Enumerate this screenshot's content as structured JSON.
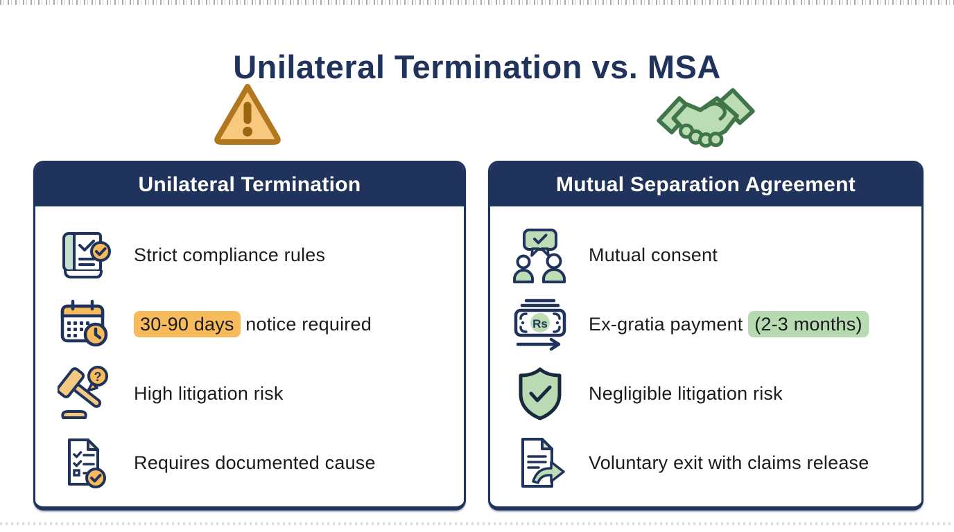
{
  "page": {
    "title": "Unilateral Termination vs. MSA"
  },
  "colors": {
    "navy": "#20335c",
    "title_navy": "#1c2e5c",
    "orange_highlight": "#f8bb5c",
    "green_highlight": "#b7dbb1",
    "warning_fill": "#f7c87d",
    "warning_stroke": "#b1771e",
    "handshake_fill": "#bcdcb5",
    "handshake_stroke": "#3f7549"
  },
  "icon_labels": {
    "rupee": "Rs",
    "question": "?"
  },
  "hero_icons": [
    {
      "name": "warning-triangle"
    },
    {
      "name": "handshake"
    }
  ],
  "columns": [
    {
      "header": "Unilateral Termination",
      "rows": [
        {
          "icon": "book-check",
          "segments": [
            {
              "text": "Strict compliance rules",
              "highlight": "none"
            }
          ]
        },
        {
          "icon": "calendar-clock",
          "segments": [
            {
              "text": "30-90 days",
              "highlight": "orange"
            },
            {
              "text": " notice required",
              "highlight": "none"
            }
          ]
        },
        {
          "icon": "gavel-question",
          "segments": [
            {
              "text": "High litigation risk",
              "highlight": "none"
            }
          ]
        },
        {
          "icon": "document-checklist",
          "segments": [
            {
              "text": "Requires documented cause",
              "highlight": "none"
            }
          ]
        }
      ]
    },
    {
      "header": "Mutual Separation Agreement",
      "rows": [
        {
          "icon": "people-chat",
          "segments": [
            {
              "text": "Mutual consent",
              "highlight": "none"
            }
          ]
        },
        {
          "icon": "money-rupee",
          "segments": [
            {
              "text": "Ex-gratia payment ",
              "highlight": "none"
            },
            {
              "text": "(2-3 months)",
              "highlight": "green"
            }
          ]
        },
        {
          "icon": "shield-check",
          "segments": [
            {
              "text": "Negligible litigation risk",
              "highlight": "none"
            }
          ]
        },
        {
          "icon": "document-release",
          "segments": [
            {
              "text": "Voluntary exit with claims release",
              "highlight": "none"
            }
          ]
        }
      ]
    }
  ]
}
